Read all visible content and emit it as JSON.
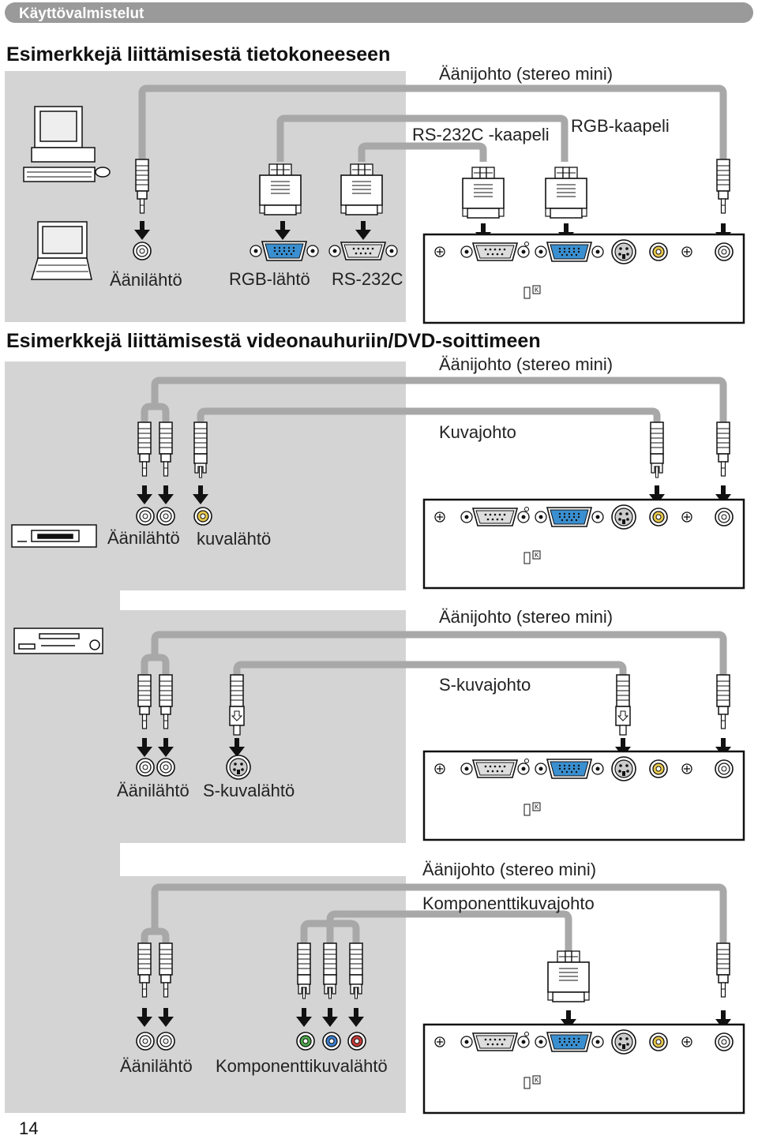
{
  "header": {
    "title": "Käyttövalmistelut"
  },
  "sections": {
    "computer": {
      "title": "Esimerkkejä liittämisestä tietokoneeseen",
      "audio_cable": "Äänijohto (stereo mini)",
      "rs232_cable": "RS-232C -kaapeli",
      "rgb_cable": "RGB-kaapeli",
      "audio_out": "Äänilähtö",
      "rgb_out": "RGB-lähtö",
      "rs232_port": "RS-232C"
    },
    "video": {
      "title": "Esimerkkejä liittämisestä videonauhuriin/DVD-soittimeen",
      "audio_cable": "Äänijohto (stereo mini)",
      "video_cable": "Kuvajohto",
      "audio_out": "Äänilähtö",
      "video_out": "kuvalähtö"
    },
    "svideo": {
      "audio_cable": "Äänijohto (stereo mini)",
      "svideo_cable": "S-kuvajohto",
      "audio_out": "Äänilähtö",
      "svideo_out": "S-kuvalähtö"
    },
    "component": {
      "audio_cable": "Äänijohto (stereo mini)",
      "component_cable": "Komponenttikuvajohto",
      "audio_out": "Äänilähtö",
      "component_out": "Komponenttikuvalähtö"
    }
  },
  "page_number": "14",
  "colors": {
    "panel_gray": "#d4d4d4",
    "cable_gray": "#a8a8a8",
    "vga_blue": "#3a8fd0",
    "video_yellow": "#e8c84a",
    "component_green": "#4caa4c",
    "component_blue": "#3a7fd0",
    "component_red": "#c83a3a"
  }
}
